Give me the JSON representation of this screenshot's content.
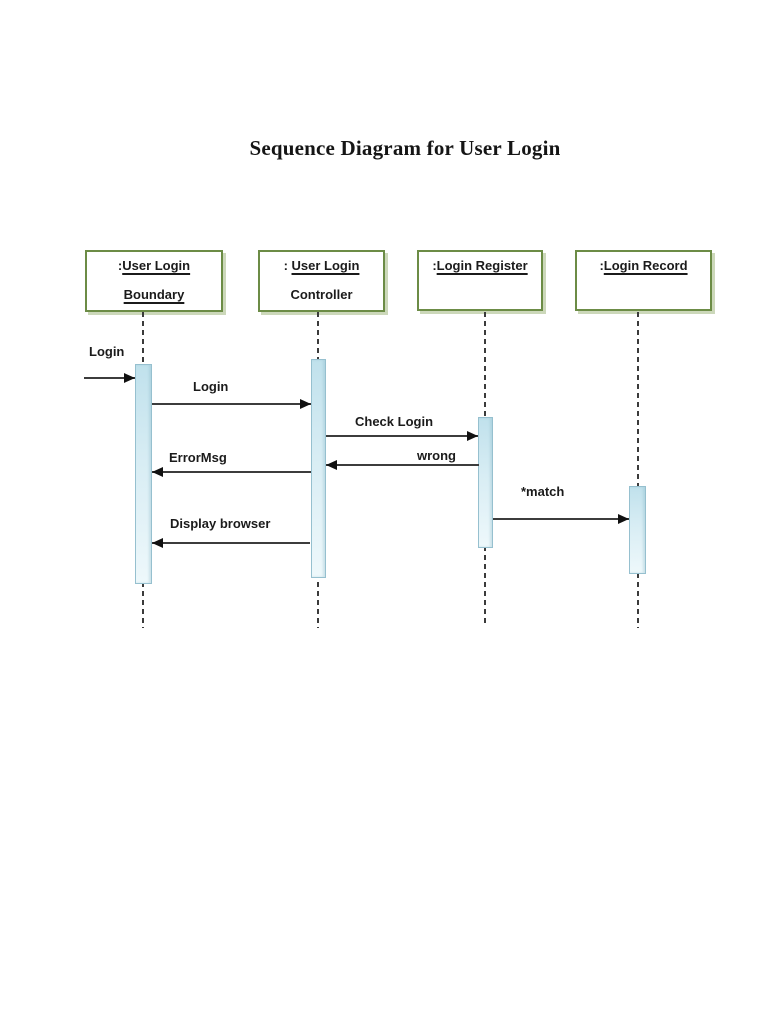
{
  "title": "Sequence Diagram for User Login",
  "actors": [
    {
      "prefix": ":",
      "name": "User Login",
      "line2": "Boundary"
    },
    {
      "prefix": ": ",
      "name": "User Login",
      "line2": "Controller"
    },
    {
      "prefix": ":",
      "name": "Login Register",
      "line2": ""
    },
    {
      "prefix": ":",
      "name": "Login Record",
      "line2": ""
    }
  ],
  "messages": [
    {
      "label": "Login",
      "from": "external",
      "to": "User Login Boundary",
      "direction": "right"
    },
    {
      "label": "Login",
      "from": "User Login Boundary",
      "to": "User Login Controller",
      "direction": "right"
    },
    {
      "label": "Check Login",
      "from": "User Login Controller",
      "to": "Login Register",
      "direction": "right"
    },
    {
      "label": "wrong",
      "from": "Login Register",
      "to": "User Login Controller",
      "direction": "left"
    },
    {
      "label": "ErrorMsg",
      "from": "User Login Controller",
      "to": "User Login Boundary",
      "direction": "left"
    },
    {
      "label": "*match",
      "from": "Login Register",
      "to": "Login Record",
      "direction": "right"
    },
    {
      "label": "Display browser",
      "from": "User Login Controller",
      "to": "User Login Boundary",
      "direction": "left"
    }
  ],
  "colors": {
    "box_border": "#6c8c46",
    "box_shadow": "#ccd8ba",
    "activation_fill": "#c0e1ec",
    "activation_border": "#96c0cf",
    "line": "#3c3c3c",
    "text": "#1b1b1b",
    "background": "#ffffff"
  }
}
